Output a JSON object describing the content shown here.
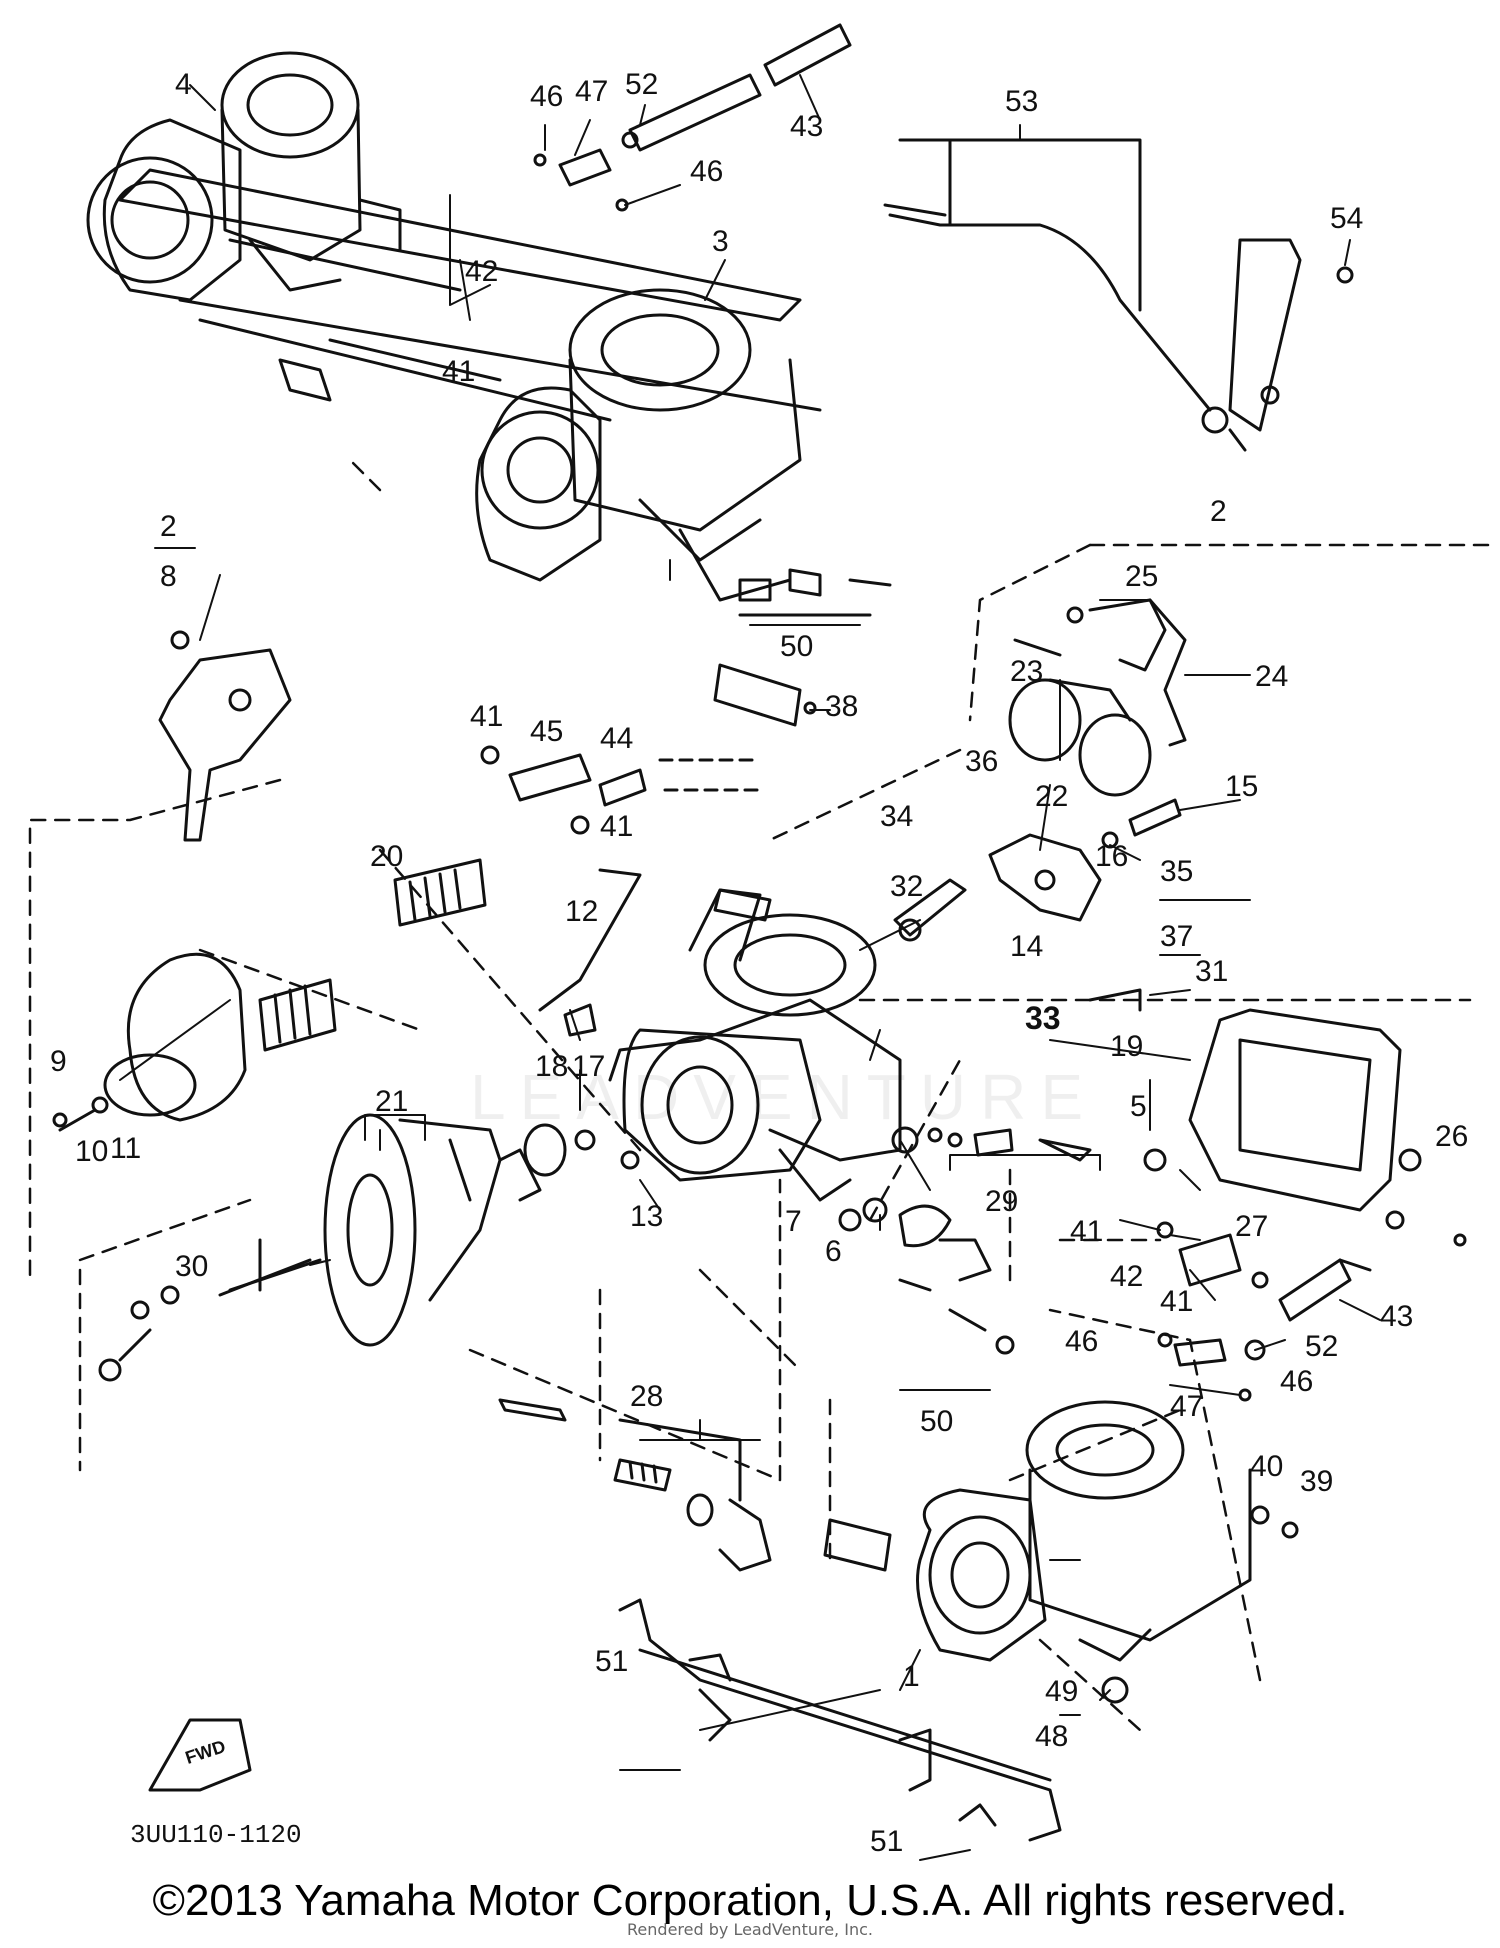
{
  "diagram": {
    "part_code": "3UU110-1120",
    "fwd_label": "FWD",
    "watermark": "LEADVENTURE"
  },
  "footer": {
    "copyright": "©2013 Yamaha Motor Corporation, U.S.A. All rights reserved.",
    "rendered_by": "Rendered by LeadVenture, Inc."
  },
  "callouts": [
    {
      "id": "c4",
      "text": "4"
    },
    {
      "id": "c46a",
      "text": "46"
    },
    {
      "id": "c47a",
      "text": "47"
    },
    {
      "id": "c52a",
      "text": "52"
    },
    {
      "id": "c43a",
      "text": "43"
    },
    {
      "id": "c53",
      "text": "53"
    },
    {
      "id": "c46b",
      "text": "46"
    },
    {
      "id": "c54",
      "text": "54"
    },
    {
      "id": "c42a",
      "text": "42"
    },
    {
      "id": "c3",
      "text": "3"
    },
    {
      "id": "c41a",
      "text": "41"
    },
    {
      "id": "c2a",
      "text": "2"
    },
    {
      "id": "c8",
      "text": "8"
    },
    {
      "id": "c2b",
      "text": "2"
    },
    {
      "id": "c25",
      "text": "25"
    },
    {
      "id": "c24",
      "text": "24"
    },
    {
      "id": "c23",
      "text": "23"
    },
    {
      "id": "c22",
      "text": "22"
    },
    {
      "id": "c50a",
      "text": "50"
    },
    {
      "id": "c38",
      "text": "38"
    },
    {
      "id": "c41b",
      "text": "41"
    },
    {
      "id": "c45",
      "text": "45"
    },
    {
      "id": "c44",
      "text": "44"
    },
    {
      "id": "c41c",
      "text": "41"
    },
    {
      "id": "c15",
      "text": "15"
    },
    {
      "id": "c36",
      "text": "36"
    },
    {
      "id": "c34",
      "text": "34"
    },
    {
      "id": "c16",
      "text": "16"
    },
    {
      "id": "c20",
      "text": "20"
    },
    {
      "id": "c35",
      "text": "35"
    },
    {
      "id": "c32",
      "text": "32"
    },
    {
      "id": "c12",
      "text": "12"
    },
    {
      "id": "c14",
      "text": "14"
    },
    {
      "id": "c37",
      "text": "37"
    },
    {
      "id": "c31",
      "text": "31"
    },
    {
      "id": "c33",
      "text": "33"
    },
    {
      "id": "c19",
      "text": "19"
    },
    {
      "id": "c9",
      "text": "9"
    },
    {
      "id": "c18",
      "text": "18"
    },
    {
      "id": "c17",
      "text": "17"
    },
    {
      "id": "c21",
      "text": "21"
    },
    {
      "id": "c5",
      "text": "5"
    },
    {
      "id": "c10",
      "text": "10"
    },
    {
      "id": "c11",
      "text": "11"
    },
    {
      "id": "c13",
      "text": "13"
    },
    {
      "id": "c26",
      "text": "26"
    },
    {
      "id": "c29",
      "text": "29"
    },
    {
      "id": "c7",
      "text": "7"
    },
    {
      "id": "c6",
      "text": "6"
    },
    {
      "id": "c41d",
      "text": "41"
    },
    {
      "id": "c27",
      "text": "27"
    },
    {
      "id": "c42b",
      "text": "42"
    },
    {
      "id": "c41e",
      "text": "41"
    },
    {
      "id": "c30",
      "text": "30"
    },
    {
      "id": "c43b",
      "text": "43"
    },
    {
      "id": "c46c",
      "text": "46"
    },
    {
      "id": "c52b",
      "text": "52"
    },
    {
      "id": "c46d",
      "text": "46"
    },
    {
      "id": "c47b",
      "text": "47"
    },
    {
      "id": "c28",
      "text": "28"
    },
    {
      "id": "c50b",
      "text": "50"
    },
    {
      "id": "c40",
      "text": "40"
    },
    {
      "id": "c39",
      "text": "39"
    },
    {
      "id": "c51a",
      "text": "51"
    },
    {
      "id": "c1",
      "text": "1"
    },
    {
      "id": "c49",
      "text": "49"
    },
    {
      "id": "c48",
      "text": "48"
    },
    {
      "id": "c51b",
      "text": "51"
    }
  ]
}
